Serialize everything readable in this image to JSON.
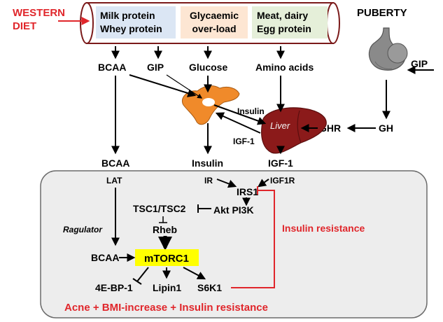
{
  "title": {
    "western_diet_line1": "WESTERN",
    "western_diet_line2": "DIET",
    "puberty": "PUBERTY"
  },
  "food_boxes": [
    {
      "line1": "Milk protein",
      "line2": "Whey protein",
      "color": "#dbe6f4"
    },
    {
      "line1": "Glycaemic",
      "line2": "over-load",
      "color": "#fde6d3"
    },
    {
      "line1": "Meat, dairy",
      "line2": "Egg protein",
      "color": "#e5efd9"
    }
  ],
  "nutrients": {
    "bcaa": "BCAA",
    "gip": "GIP",
    "glucose": "Glucose",
    "amino_acids": "Amino acids"
  },
  "organs": {
    "liver": "Liver",
    "insulin_arrow": "Insulin",
    "igf1_arrow": "IGF-1",
    "ghr": "GHR",
    "gh": "GH",
    "gip_pituitary": "GIP"
  },
  "signals": {
    "bcaa": "BCAA",
    "insulin": "Insulin",
    "igf1": "IGF-1"
  },
  "cell": {
    "lat": "LAT",
    "ir": "IR",
    "igf1r": "IGF1R",
    "irs1": "IRS1",
    "tsc": "TSC1/TSC2",
    "akt": "Akt PI3K",
    "ragulator": "Ragulator",
    "rheb": "Rheb",
    "bcaa": "BCAA",
    "mtorc1": "mTORC1",
    "eb": "4E-BP-1",
    "lipin": "Lipin1",
    "s6k1": "S6K1",
    "insulin_resistance": "Insulin resistance",
    "outcome": "Acne + BMI-increase + Insulin resistance"
  },
  "colors": {
    "accent_red": "#e0262b",
    "liver": "#8b1a1a",
    "pancreas": "#f08a2a",
    "mtorc1_bg": "#ffff00",
    "cell_bg": "#ededed",
    "pituitary": "#8a8a8a"
  }
}
